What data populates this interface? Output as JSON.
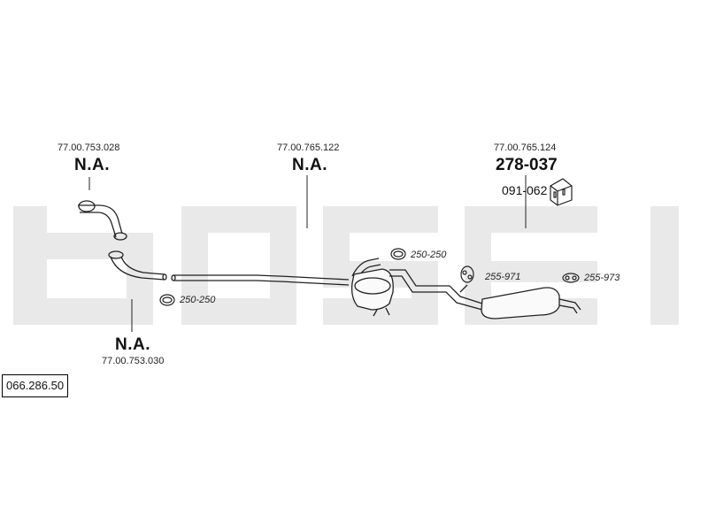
{
  "diagram_code": "066.286.50",
  "parts": [
    {
      "id": "front-pipe-1",
      "ref": "77.00.753.028",
      "label": "N.A."
    },
    {
      "id": "front-pipe-2",
      "ref": "77.00.753.030",
      "label": "N.A."
    },
    {
      "id": "middle-silencer",
      "ref": "77.00.765.122",
      "label": "N.A."
    },
    {
      "id": "rear-silencer",
      "ref": "77.00.765.124",
      "label": "278-037",
      "sub_label": "091-062"
    }
  ],
  "accessories": [
    {
      "id": "clamp-1",
      "label": "250-250"
    },
    {
      "id": "clamp-2",
      "label": "250-250"
    },
    {
      "id": "rubber-1",
      "label": "255-971"
    },
    {
      "id": "rubber-2",
      "label": "255-973"
    }
  ],
  "colors": {
    "line": "#222222",
    "watermark": "#e9e9e9"
  }
}
